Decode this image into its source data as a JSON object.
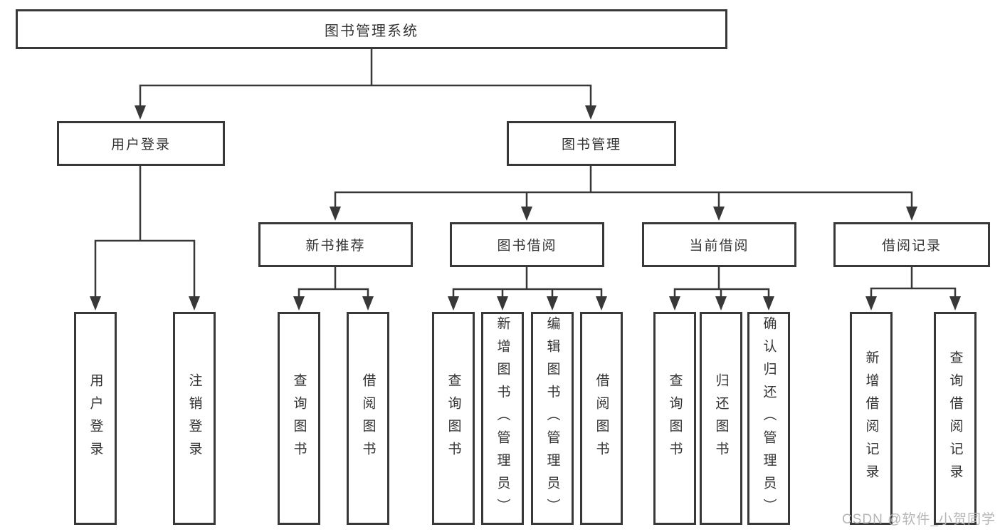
{
  "nodes": {
    "root": "图书管理系统",
    "level2": [
      "用户登录",
      "图书管理"
    ],
    "level3": [
      "新书推荐",
      "图书借阅",
      "当前借阅",
      "借阅记录"
    ],
    "leaves": {
      "user_login": [
        "用户登录",
        "注销登录"
      ],
      "new_books": [
        "查询图书",
        "借阅图书"
      ],
      "book_borrow": [
        "查询图书",
        "新增图书（管理员）",
        "编辑图书（管理员）",
        "借阅图书"
      ],
      "current_borrow": [
        "查询图书",
        "归还图书",
        "确认归还（管理员）"
      ],
      "borrow_records": [
        "新增借阅记录",
        "查询借阅记录"
      ]
    }
  },
  "watermark": "CSDN @软件_小贺同学",
  "colors": {
    "line": "#383838",
    "text": "#333333",
    "watermark": "#b5b5b5",
    "background": "#ffffff"
  }
}
